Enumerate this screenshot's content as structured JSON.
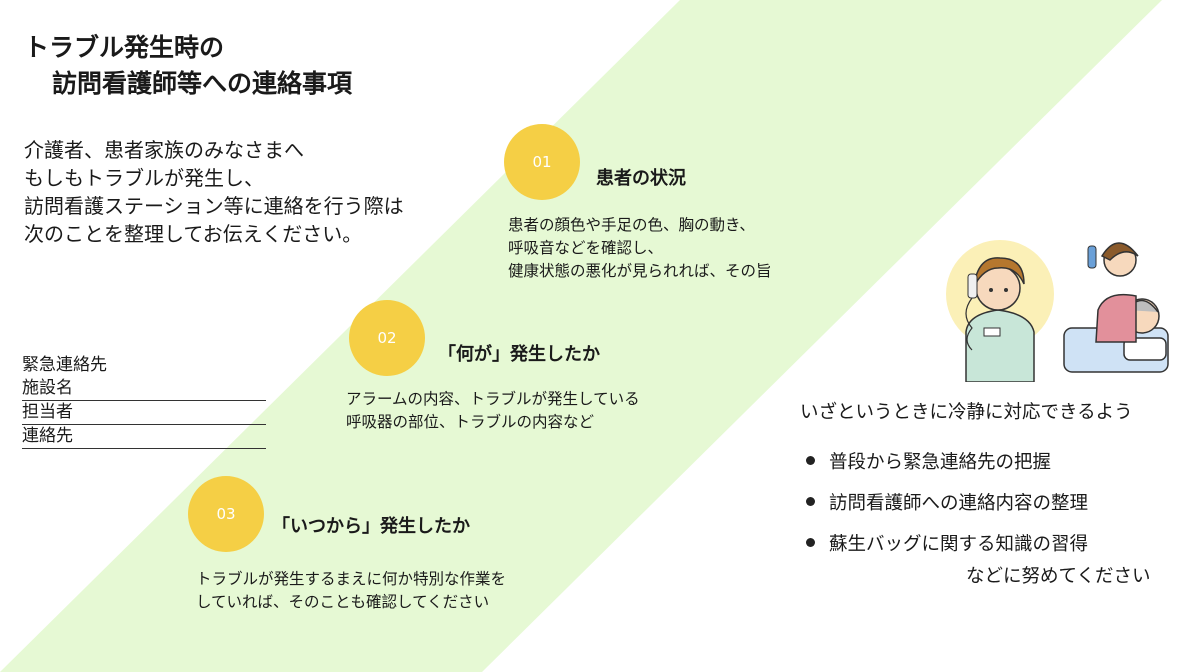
{
  "title": {
    "line1": "トラブル発生時の",
    "line2": "訪問看護師等への連絡事項"
  },
  "intro": [
    "介護者、患者家族のみなさまへ",
    "もしもトラブルが発生し、",
    "訪問看護ステーション等に連絡を行う際は",
    "次のことを整理してお伝えください。"
  ],
  "contact": {
    "heading": "緊急連絡先",
    "fields": [
      "施設名",
      "担当者",
      "連絡先"
    ]
  },
  "steps": [
    {
      "number": "01",
      "title": "患者の状況",
      "lines": [
        "患者の顔色や手足の色、胸の動き、",
        "呼吸音などを確認し、",
        "健康状態の悪化が見られれば、その旨"
      ]
    },
    {
      "number": "02",
      "title": "「何が」発生したか",
      "lines": [
        "アラームの内容、トラブルが発生している",
        "呼吸器の部位、トラブルの内容など"
      ]
    },
    {
      "number": "03",
      "title": "「いつから」発生したか",
      "lines": [
        "トラブルが発生するまえに何か特別な作業を",
        "していれば、そのことも確認してください"
      ]
    }
  ],
  "right": {
    "heading": "いざというときに冷静に対応できるよう",
    "tips": [
      "普段から緊急連絡先の把握",
      "訪問看護師への連絡内容の整理",
      "蘇生バッグに関する知識の習得"
    ],
    "closing": "などに努めてください"
  },
  "colors": {
    "band": "#e6f9d4",
    "circle": "#f5cf45"
  }
}
